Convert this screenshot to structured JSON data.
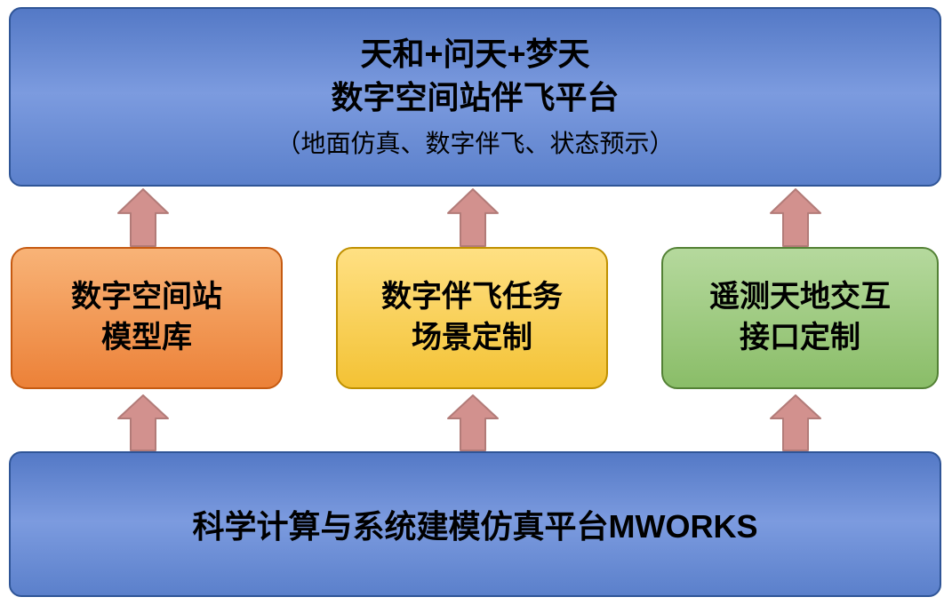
{
  "top_box": {
    "line1": "天和+问天+梦天",
    "line2": "数字空间站伴飞平台",
    "line3": "（地面仿真、数字伴飞、状态预示）"
  },
  "middle_boxes": [
    {
      "line1": "数字空间站",
      "line2": "模型库"
    },
    {
      "line1": "数字伴飞任务",
      "line2": "场景定制"
    },
    {
      "line1": "遥测天地交互",
      "line2": "接口定制"
    }
  ],
  "bottom_box": {
    "label": "科学计算与系统建模仿真平台MWORKS"
  },
  "colors": {
    "blue_border": "#2f5597",
    "blue_fill_light": "#7c9bdf",
    "blue_fill_dark": "#5479c6",
    "orange_border": "#c55a11",
    "orange_fill_light": "#f8b377",
    "orange_fill_dark": "#ec8138",
    "yellow_border": "#bf9000",
    "yellow_fill_light": "#ffe083",
    "yellow_fill_dark": "#f3c234",
    "green_border": "#538135",
    "green_fill_light": "#b5d99d",
    "green_fill_dark": "#8abd68",
    "arrow_fill": "#d2918e",
    "arrow_border": "#b27b78"
  }
}
